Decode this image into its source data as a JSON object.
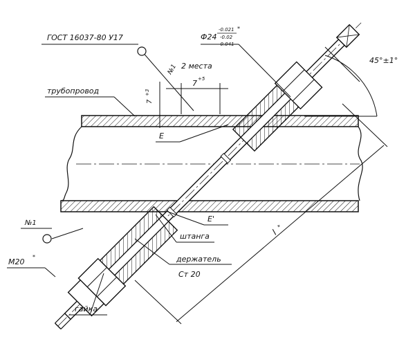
{
  "labels": {
    "gost": "ГОСТ 16037-80 У17",
    "phi_main": "Ф24",
    "tol_sup": "*",
    "tol_top": "-0.021",
    "tol_mid": "-0.02",
    "tol_bot": "-0.041",
    "places": "2 места",
    "marker_n1_rot": "№1",
    "dim_7_vert": "7",
    "dim_7_vert_sup": "+3",
    "dim_7_horiz": "7",
    "dim_7_horiz_sup": "+5",
    "pipeline": "трубопровод",
    "angle": "45°±1°",
    "weld_e": "Е",
    "weld_e_prime": "Е'",
    "rod": "штанга",
    "holder": "держатель",
    "holder_material": "Ст 20",
    "marker_n1": "№1",
    "thread": "М20",
    "thread_sup": "*",
    "length": "l",
    "length_sup": "*",
    "nut": "гайка"
  }
}
